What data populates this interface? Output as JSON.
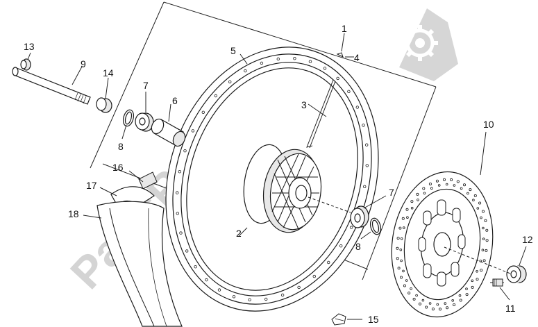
{
  "watermark": {
    "text": "PartsRepublik",
    "icon": "gear-icon"
  },
  "callouts": [
    {
      "id": "c1",
      "text": "1"
    },
    {
      "id": "c2",
      "text": "2"
    },
    {
      "id": "c3",
      "text": "3"
    },
    {
      "id": "c4",
      "text": "4"
    },
    {
      "id": "c5",
      "text": "5"
    },
    {
      "id": "c6",
      "text": "6"
    },
    {
      "id": "c7a",
      "text": "7"
    },
    {
      "id": "c7b",
      "text": "7"
    },
    {
      "id": "c8a",
      "text": "8"
    },
    {
      "id": "c8b",
      "text": "8"
    },
    {
      "id": "c9",
      "text": "9"
    },
    {
      "id": "c10",
      "text": "10"
    },
    {
      "id": "c11",
      "text": "11"
    },
    {
      "id": "c12",
      "text": "12"
    },
    {
      "id": "c13",
      "text": "13"
    },
    {
      "id": "c14",
      "text": "14"
    },
    {
      "id": "c15",
      "text": "15"
    },
    {
      "id": "c16",
      "text": "16"
    },
    {
      "id": "c17",
      "text": "17"
    },
    {
      "id": "c18",
      "text": "18"
    }
  ]
}
